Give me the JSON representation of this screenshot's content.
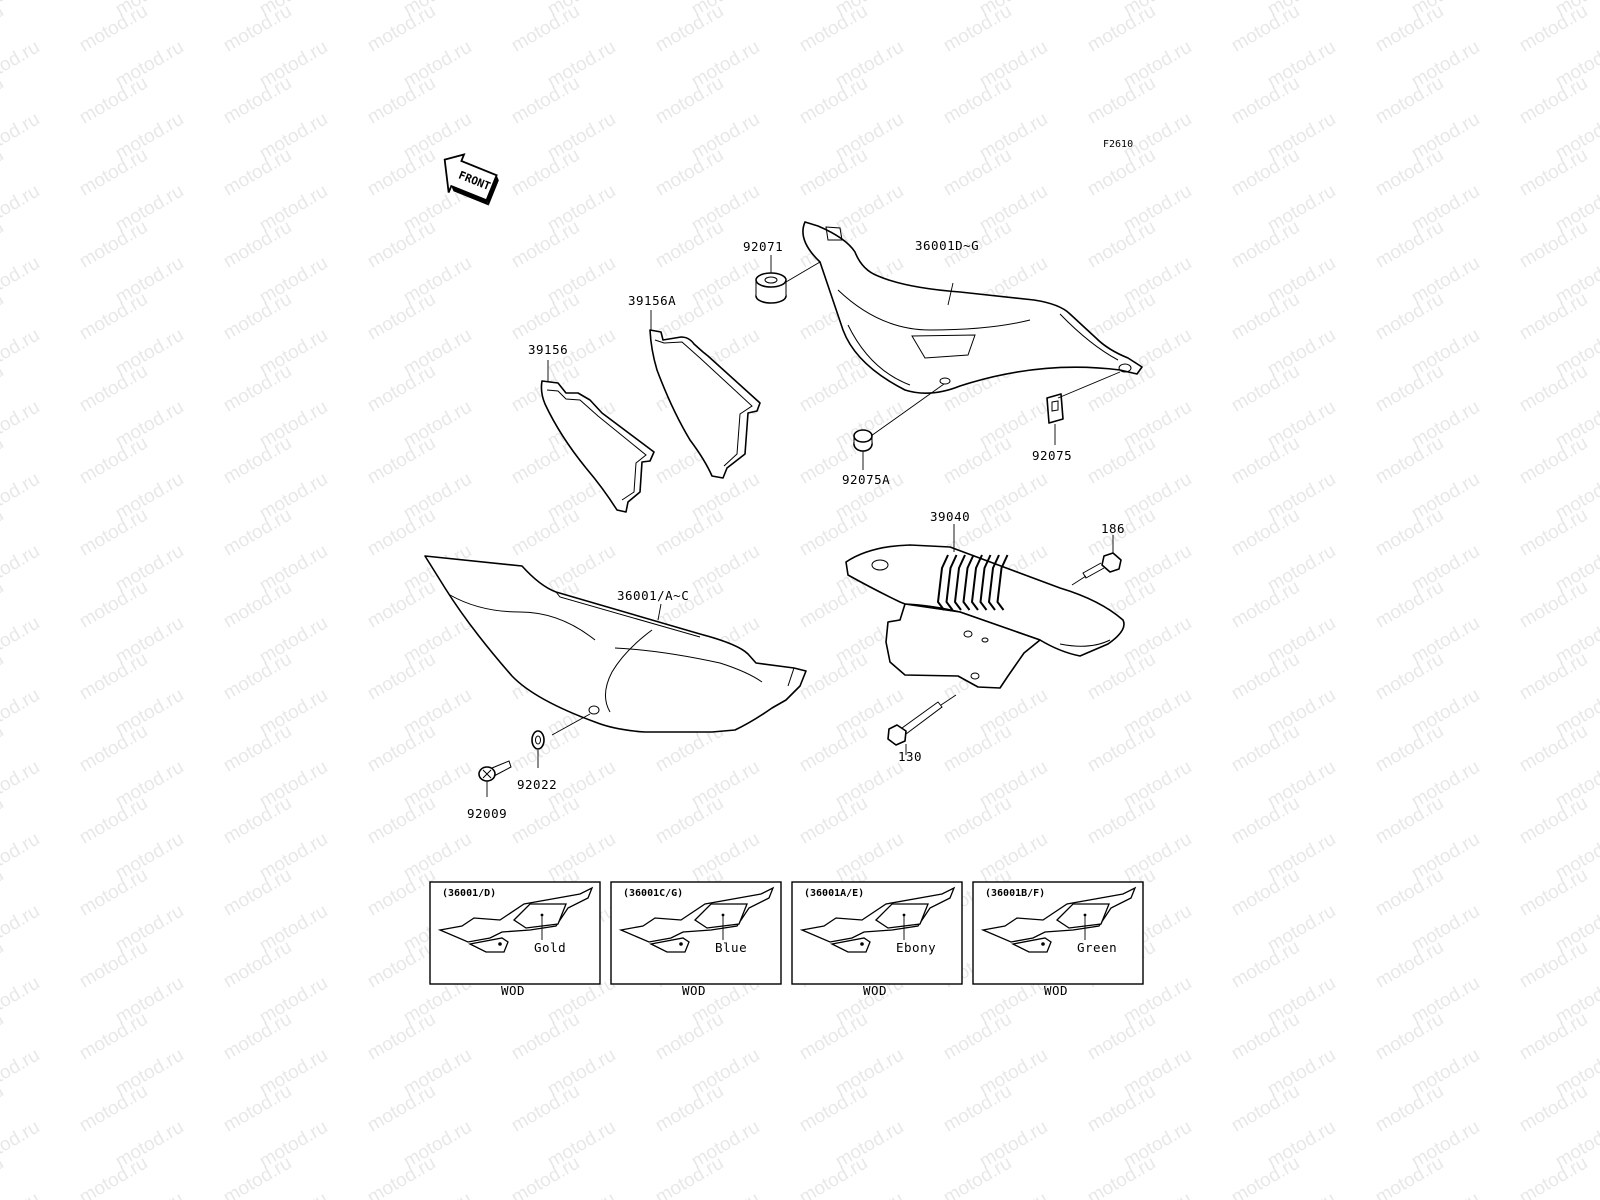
{
  "watermark_text": "motod.ru",
  "figure_code": "F2610",
  "front_arrow_label": "FRONT",
  "callouts": {
    "p92071": "92071",
    "p36001DG": "36001D~G",
    "p39156A": "39156A",
    "p39156": "39156",
    "p92075A": "92075A",
    "p92075": "92075",
    "p39040": "39040",
    "p186": "186",
    "p36001AC": "36001/A~C",
    "p130": "130",
    "p92022": "92022",
    "p92009": "92009"
  },
  "color_variants": [
    {
      "code": "(36001/D)",
      "color": "Gold",
      "footer": "WOD"
    },
    {
      "code": "(36001C/G)",
      "color": "Blue",
      "footer": "WOD"
    },
    {
      "code": "(36001A/E)",
      "color": "Ebony",
      "footer": "WOD"
    },
    {
      "code": "(36001B/F)",
      "color": "Green",
      "footer": "WOD"
    }
  ]
}
